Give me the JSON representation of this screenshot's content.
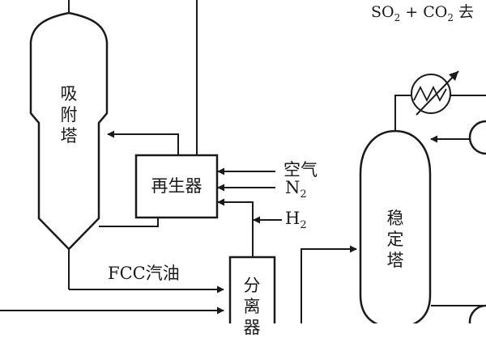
{
  "adsorber": {
    "label": "吸附塔"
  },
  "regenerator": {
    "label": "再生器"
  },
  "separator": {
    "label": "分离器"
  },
  "stabilizer": {
    "label": "稳定塔"
  },
  "streams": {
    "air": "空气",
    "n2_base": "N",
    "n2_sub": "2",
    "h2_base": "H",
    "h2_sub": "2",
    "fcc_gasoline": "FCC汽油",
    "so2": "SO",
    "so2_sub": "2",
    "plus": " + ",
    "co2": "CO",
    "co2_sub": "2",
    "destination": " 去"
  },
  "colors": {
    "line": "#1a1a1a",
    "background": "#ffffff"
  }
}
